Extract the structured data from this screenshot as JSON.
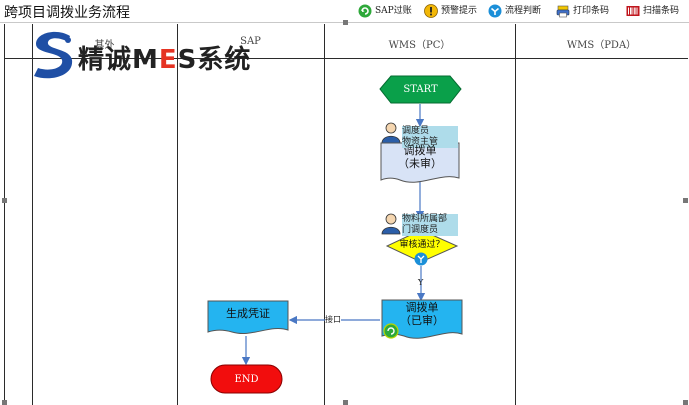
{
  "title": "跨项目调拨业务流程",
  "legend": [
    {
      "icon": "sap-post-icon",
      "label": "SAP过账"
    },
    {
      "icon": "warning-icon",
      "label": "预警提示"
    },
    {
      "icon": "flow-decision-icon",
      "label": "流程判断"
    },
    {
      "icon": "print-barcode-icon",
      "label": "打印条码"
    },
    {
      "icon": "scan-barcode-icon",
      "label": "扫描条码"
    }
  ],
  "lanes": [
    "其外",
    "SAP",
    "WMS（PC）",
    "WMS（PDA）"
  ],
  "watermark": {
    "prefix": "精诚M",
    "accent": "E",
    "suffix": "S系统"
  },
  "flow": {
    "start": "START",
    "role1": [
      "调度员",
      "物资主管"
    ],
    "doc1": [
      "调拨单",
      "（未审）"
    ],
    "role2": [
      "物料所属部",
      "门调度员"
    ],
    "decision": "审核通过？",
    "yes_label": "Y",
    "doc2": [
      "调拨单",
      "（已审）"
    ],
    "interface_label": "接口",
    "voucher": "生成凭证",
    "end": "END"
  },
  "colors": {
    "start_fill": "#0aa04a",
    "end_fill": "#f20d0d",
    "doc_fill": "#d8e3f6",
    "doc2_fill": "#24b4f0",
    "voucher_fill": "#24b4f0",
    "decision_fill": "#ffff00",
    "role_bg": "#aedcea",
    "arrow": "#4a78c4"
  }
}
